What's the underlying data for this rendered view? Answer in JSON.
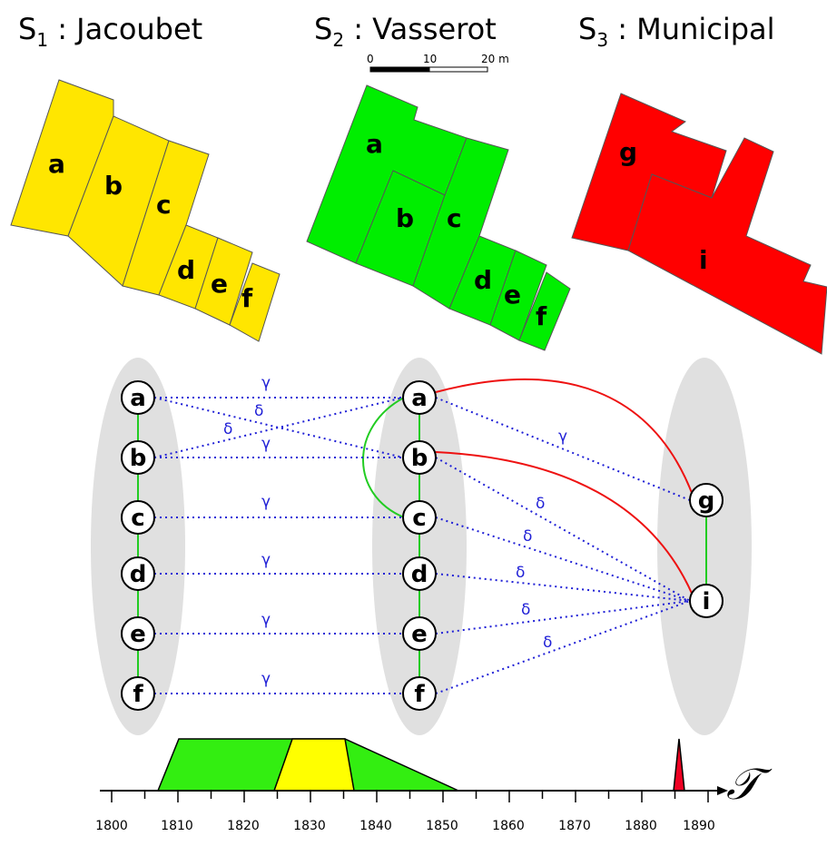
{
  "titles": {
    "s1": {
      "prefix": "S",
      "sub": "1",
      "name": " : Jacoubet"
    },
    "s2": {
      "prefix": "S",
      "sub": "2",
      "name": " : Vasserot"
    },
    "s3": {
      "prefix": "S",
      "sub": "3",
      "name": " : Municipal"
    }
  },
  "scale_bar": {
    "labels": [
      "0",
      "10",
      "20 m"
    ]
  },
  "colors": {
    "s1": "#ffe600",
    "s2": "#00ee00",
    "s3": "#ff0000",
    "ellipse": "#e0e0e0",
    "edge_dotted": "#1f1fd6",
    "edge_red": "#ee1111",
    "edge_green": "#22cc22"
  },
  "maps": {
    "s1": {
      "parcels": [
        "a",
        "b",
        "c",
        "d",
        "e",
        "f"
      ]
    },
    "s2": {
      "parcels": [
        "a",
        "b",
        "c",
        "d",
        "e",
        "f"
      ]
    },
    "s3": {
      "parcels": [
        "g",
        "i"
      ]
    }
  },
  "graph": {
    "s1_nodes": [
      "a",
      "b",
      "c",
      "d",
      "e",
      "f"
    ],
    "s2_nodes": [
      "a",
      "b",
      "c",
      "d",
      "e",
      "f"
    ],
    "s3_nodes": [
      "g",
      "i"
    ],
    "edges_s1_s2": [
      {
        "from": "a",
        "to": "a",
        "label": "γ"
      },
      {
        "from": "a",
        "to": "b",
        "label": "δ"
      },
      {
        "from": "b",
        "to": "a",
        "label": "δ"
      },
      {
        "from": "b",
        "to": "b",
        "label": "γ"
      },
      {
        "from": "c",
        "to": "c",
        "label": "γ"
      },
      {
        "from": "d",
        "to": "d",
        "label": "γ"
      },
      {
        "from": "e",
        "to": "e",
        "label": "γ"
      },
      {
        "from": "f",
        "to": "f",
        "label": "γ"
      }
    ],
    "edges_s2_s3": [
      {
        "from": "a",
        "to": "g",
        "label": "γ"
      },
      {
        "from": "b",
        "to": "i",
        "label": "δ"
      },
      {
        "from": "c",
        "to": "i",
        "label": "δ"
      },
      {
        "from": "d",
        "to": "i",
        "label": "δ"
      },
      {
        "from": "e",
        "to": "i",
        "label": "δ"
      },
      {
        "from": "f",
        "to": "i",
        "label": "δ"
      }
    ]
  },
  "timeline": {
    "symbol": "𝒯",
    "ticks": [
      "1800",
      "1810",
      "1820",
      "1830",
      "1840",
      "1850",
      "1860",
      "1870",
      "1880",
      "1890"
    ]
  }
}
